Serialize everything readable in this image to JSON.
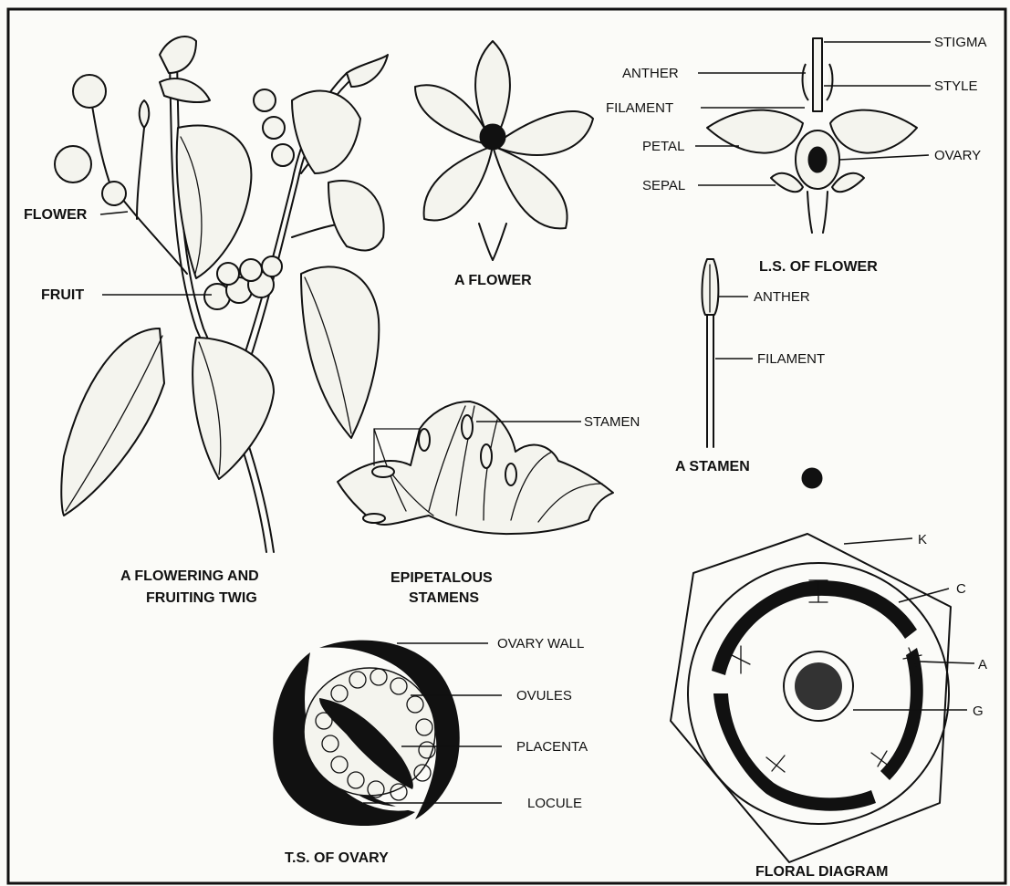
{
  "twig": {
    "caption_line1": "A FLOWERING AND",
    "caption_line2": "FRUITING TWIG",
    "labels": {
      "flower": "FLOWER",
      "fruit": "FRUIT"
    }
  },
  "flower": {
    "caption": "A FLOWER"
  },
  "ls_flower": {
    "caption": "L.S. OF FLOWER",
    "labels": {
      "stigma": "STIGMA",
      "anther": "ANTHER",
      "style": "STYLE",
      "filament": "FILAMENT",
      "petal": "PETAL",
      "ovary": "OVARY",
      "sepal": "SEPAL"
    }
  },
  "stamen": {
    "caption": "A STAMEN",
    "labels": {
      "anther": "ANTHER",
      "filament": "FILAMENT"
    }
  },
  "epipetalous": {
    "caption_line1": "EPIPETALOUS",
    "caption_line2": "STAMENS",
    "labels": {
      "stamen": "STAMEN"
    }
  },
  "ts_ovary": {
    "caption": "T.S. OF OVARY",
    "labels": {
      "ovary_wall": "OVARY WALL",
      "ovules": "OVULES",
      "placenta": "PLACENTA",
      "locule": "LOCULE"
    }
  },
  "floral_diagram": {
    "caption": "FLORAL DIAGRAM",
    "labels": {
      "k": "K",
      "c": "C",
      "a": "A",
      "g": "G"
    }
  }
}
